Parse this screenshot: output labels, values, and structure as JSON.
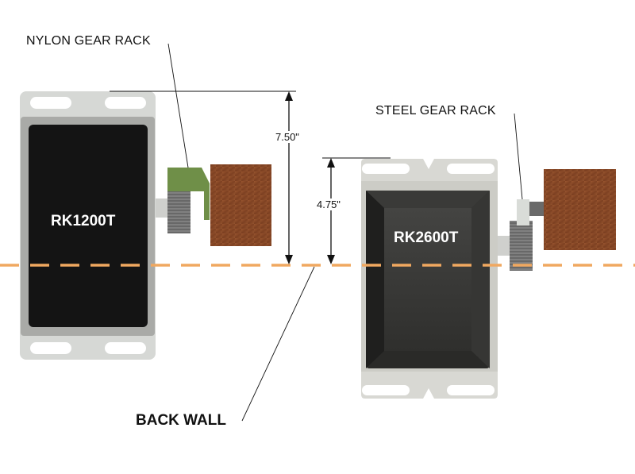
{
  "diagram": {
    "title": "Mounting depth comparison",
    "units": [
      {
        "model": "RK1200T",
        "rack_type": "NYLON GEAR RACK",
        "depth_label": "7.50\"",
        "depth_inches": 7.5
      },
      {
        "model": "RK2600T",
        "rack_type": "STEEL GEAR RACK",
        "depth_label": "4.75\"",
        "depth_inches": 4.75
      }
    ],
    "back_wall_label": "BACK WALL",
    "colors": {
      "back_wall_line": "#f0a860",
      "unit_frame_light": "#d8dad6",
      "unit_body_rk1200t": "#141414",
      "unit_body_rk2600t": "#3a3a38",
      "nylon_rack": "#6f8f48",
      "steel_rack": "#d9dcd8",
      "gear": "#6b6b6b",
      "wood_door": "#8a4a26"
    }
  }
}
